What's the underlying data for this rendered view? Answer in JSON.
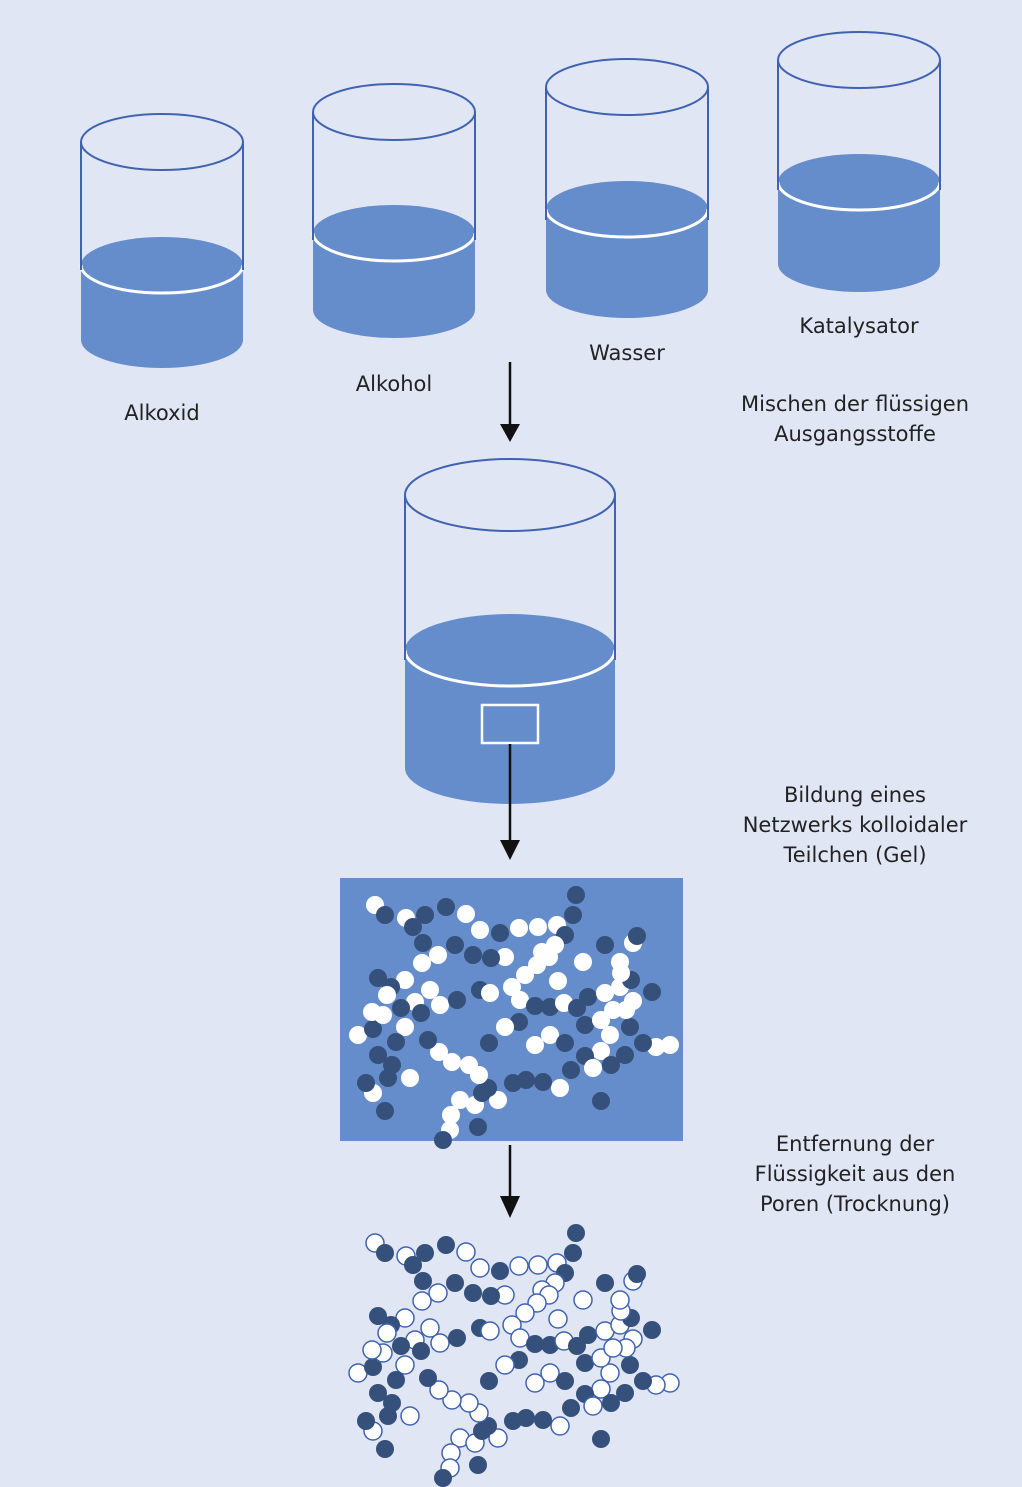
{
  "beakers": [
    {
      "label": "Alkoxid"
    },
    {
      "label": "Alkohol"
    },
    {
      "label": "Wasser"
    },
    {
      "label": "Katalysator"
    }
  ],
  "steps": [
    {
      "lines": [
        "Mischen der flüssigen",
        "Ausgangsstoffe"
      ]
    },
    {
      "lines": [
        "Bildung eines",
        "Netzwerks kolloidaler",
        "Teilchen (Gel)"
      ]
    },
    {
      "lines": [
        "Entfernung der",
        "Flüssigkeit aus den",
        "Poren (Trocknung)"
      ]
    }
  ],
  "colors": {
    "background": "#e1e6f5",
    "liquid": "#668dcb",
    "outline": "#3f63b0",
    "dark_particle": "#35507a",
    "light_particle": "#ffffff",
    "arrow": "#111111"
  }
}
